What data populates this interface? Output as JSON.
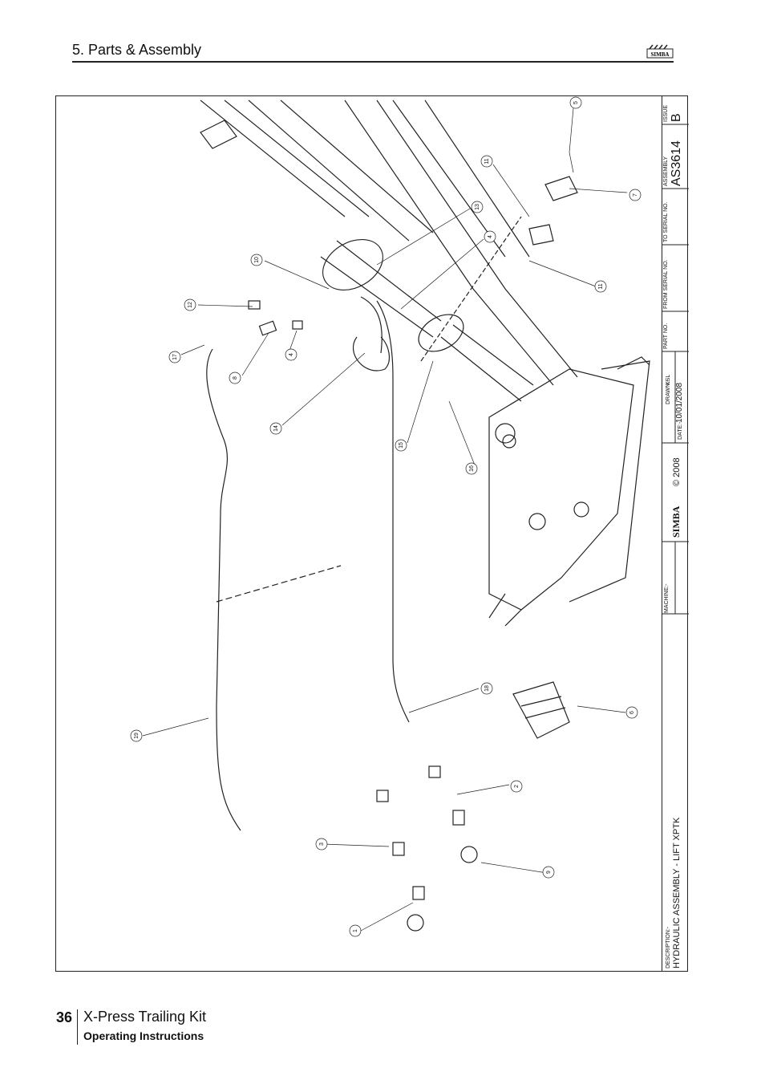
{
  "header": {
    "section_title": "5. Parts & Assembly",
    "logo_text": "SIMBA"
  },
  "title_block": {
    "description_label": "DESCRIPTION:-",
    "description": "HYDRAULIC ASSEMBLY - LIFT XPTK",
    "machine_label": "MACHINE:-",
    "copyright": "© 2008",
    "logo_text": "SIMBA",
    "drawn_label": "DRAWN:-",
    "drawn_by": "KSL",
    "date_label": "DATE:-",
    "date": "10/01/2008",
    "part_no_label": "PART NO.",
    "from_serial_label": "FROM SERIAL NO.",
    "to_serial_label": "TO SERIAL NO.",
    "assembly_label": "ASSEMBLY",
    "assembly": "AS3614",
    "issue_label": "ISSUE",
    "issue": "B"
  },
  "callouts": [
    "5",
    "11",
    "7",
    "13",
    "4",
    "11",
    "10",
    "12",
    "17",
    "8",
    "4",
    "14",
    "15",
    "16",
    "18",
    "6",
    "19",
    "2",
    "3",
    "9",
    "1"
  ],
  "footer": {
    "page_number": "36",
    "title": "X-Press Trailing Kit",
    "subtitle": "Operating Instructions"
  }
}
